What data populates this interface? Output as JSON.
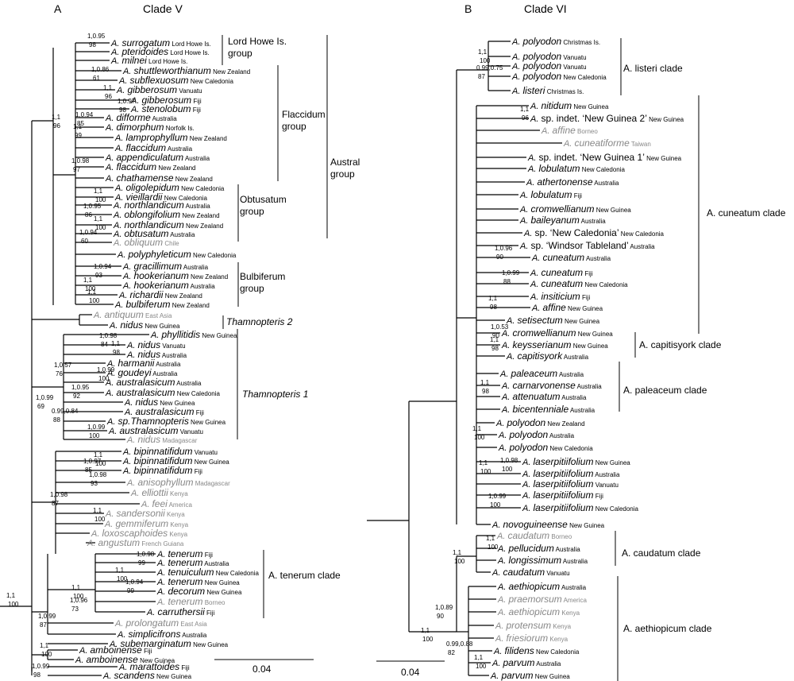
{
  "panels": [
    {
      "letter": "A",
      "title": "Clade V",
      "scale": "0.04"
    },
    {
      "letter": "B",
      "title": "Clade VI",
      "scale": "0.04"
    }
  ],
  "taxa_A": [
    {
      "genus": "A.",
      "species": "surrogatum",
      "loc": "Lord Howe Is."
    },
    {
      "genus": "A.",
      "species": "pteridoides",
      "loc": "Lord Howe Is."
    },
    {
      "genus": "A.",
      "species": "milnei",
      "loc": "Lord Howe Is."
    },
    {
      "genus": "A.",
      "species": "shuttleworthianum",
      "loc": "New Zealand"
    },
    {
      "genus": "A.",
      "species": "subflexuosum",
      "loc": "New Caledonia"
    },
    {
      "genus": "A.",
      "species": "gibberosum",
      "loc": "Vanuatu"
    },
    {
      "genus": "A.",
      "species": "gibberosum",
      "loc": "Fiji"
    },
    {
      "genus": "A.",
      "species": "stenolobum",
      "loc": "Fiji"
    },
    {
      "genus": "A.",
      "species": "difforme",
      "loc": "Australia"
    },
    {
      "genus": "A.",
      "species": "dimorphum",
      "loc": "Norfolk Is."
    },
    {
      "genus": "A.",
      "species": "lamprophyllum",
      "loc": "New Zealand"
    },
    {
      "genus": "A.",
      "species": "flaccidum",
      "loc": "Australia"
    },
    {
      "genus": "A.",
      "species": "appendiculatum",
      "loc": "Australia"
    },
    {
      "genus": "A.",
      "species": "flaccidum",
      "loc": "New Zealand"
    },
    {
      "genus": "A.",
      "species": "chathamense",
      "loc": "New Zealand"
    },
    {
      "genus": "A.",
      "species": "oligolepidum",
      "loc": "New Caledonia"
    },
    {
      "genus": "A.",
      "species": "vieillardii",
      "loc": "New Caledonia"
    },
    {
      "genus": "A.",
      "species": "northlandicum",
      "loc": "Australia"
    },
    {
      "genus": "A.",
      "species": "oblongifolium",
      "loc": "New Zealand"
    },
    {
      "genus": "A.",
      "species": "northlandicum",
      "loc": "New Zealand"
    },
    {
      "genus": "A.",
      "species": "obtusatum",
      "loc": "Australia"
    },
    {
      "genus": "A.",
      "species": "obliquum",
      "loc": "Chile",
      "grey": true
    },
    {
      "genus": "A.",
      "species": "polyphyleticum",
      "loc": "New Caledonia"
    },
    {
      "genus": "A.",
      "species": "gracillimum",
      "loc": "Australia"
    },
    {
      "genus": "A.",
      "species": "hookerianum",
      "loc": "New Zealand"
    },
    {
      "genus": "A.",
      "species": "hookerianum",
      "loc": "Australia"
    },
    {
      "genus": "A.",
      "species": "richardii",
      "loc": "New Zealand"
    },
    {
      "genus": "A.",
      "species": "bulbiferum",
      "loc": "New Zealand"
    },
    {
      "genus": "A.",
      "species": "antiquum",
      "loc": "East Asia",
      "grey": true
    },
    {
      "genus": "A.",
      "species": "nidus",
      "loc": "New Guinea"
    },
    {
      "genus": "A.",
      "species": "phyllitidis",
      "loc": "New Guinea"
    },
    {
      "genus": "A.",
      "species": "nidus",
      "loc": "Vanuatu"
    },
    {
      "genus": "A.",
      "species": "nidus",
      "loc": "Australia"
    },
    {
      "genus": "A.",
      "species": "harmanii",
      "loc": "Australia"
    },
    {
      "genus": "A.",
      "species": "goudeyi",
      "loc": "Australia"
    },
    {
      "genus": "A.",
      "species": "australasicum",
      "loc": "Australia"
    },
    {
      "genus": "A.",
      "species": "australasicum",
      "loc": "New Caledonia"
    },
    {
      "genus": "A.",
      "species": "nidus",
      "loc": "New Guinea"
    },
    {
      "genus": "A.",
      "species": "australasicum",
      "loc": "Fiji"
    },
    {
      "genus": "A.",
      "species": "sp.Thamnopteris",
      "loc": "New Guinea"
    },
    {
      "genus": "A.",
      "species": "australasicum",
      "loc": "Vanuatu"
    },
    {
      "genus": "A.",
      "species": "nidus",
      "loc": "Madagascar",
      "grey": true
    },
    {
      "genus": "A.",
      "species": "bipinnatifidum",
      "loc": "Vanuatu"
    },
    {
      "genus": "A.",
      "species": "bipinnatifidum",
      "loc": "New Guinea"
    },
    {
      "genus": "A.",
      "species": "bipinnatifidum",
      "loc": "Fiji"
    },
    {
      "genus": "A.",
      "species": "anisophyllum",
      "loc": "Madagascar",
      "grey": true
    },
    {
      "genus": "A.",
      "species": "elliottii",
      "loc": "Kenya",
      "grey": true
    },
    {
      "genus": "A.",
      "species": "feei",
      "loc": "America",
      "grey": true
    },
    {
      "genus": "A.",
      "species": "sandersonii",
      "loc": "Kenya",
      "grey": true
    },
    {
      "genus": "A.",
      "species": "gemmiferum",
      "loc": "Kenya",
      "grey": true
    },
    {
      "genus": "A.",
      "species": "loxoscaphoides",
      "loc": "Kenya",
      "grey": true
    },
    {
      "genus": "A.",
      "species": "angustum",
      "loc": "French Guiana",
      "grey": true
    },
    {
      "genus": "A.",
      "species": "tenerum",
      "loc": "Fiji"
    },
    {
      "genus": "A.",
      "species": "tenerum",
      "loc": "Australia"
    },
    {
      "genus": "A.",
      "species": "tenuiculum",
      "loc": "New Caledonia"
    },
    {
      "genus": "A.",
      "species": "tenerum",
      "loc": "New Guinea"
    },
    {
      "genus": "A.",
      "species": "decorum",
      "loc": "New Guinea"
    },
    {
      "genus": "A.",
      "species": "tenerum",
      "loc": "Borneo",
      "grey": true
    },
    {
      "genus": "A.",
      "species": "carruthersii",
      "loc": "Fiji"
    },
    {
      "genus": "A.",
      "species": "prolongatum",
      "loc": "East Asia",
      "grey": true
    },
    {
      "genus": "A.",
      "species": "simplicifrons",
      "loc": "Australia"
    },
    {
      "genus": "A.",
      "species": "subemarginatum",
      "loc": "New Guinea"
    },
    {
      "genus": "A.",
      "species": "amboinense",
      "loc": "Fiji"
    },
    {
      "genus": "A.",
      "species": "amboinense",
      "loc": "New Guinea"
    },
    {
      "genus": "A.",
      "species": "marattoides",
      "loc": "Fiji"
    },
    {
      "genus": "A.",
      "species": "scandens",
      "loc": "New Guinea"
    }
  ],
  "taxa_B": [
    {
      "genus": "A.",
      "species": "polyodon",
      "loc": "Christmas Is."
    },
    {
      "genus": "A.",
      "species": "polyodon",
      "loc": "Vanuatu"
    },
    {
      "genus": "A.",
      "species": "polyodon",
      "loc": "Vanuatu"
    },
    {
      "genus": "A.",
      "species": "polyodon",
      "loc": "New Caledonia"
    },
    {
      "genus": "A.",
      "species": "listeri",
      "loc": "Christmas Is."
    },
    {
      "genus": "A.",
      "species": "nitidum",
      "loc": "New Guinea"
    },
    {
      "genus": "A.",
      "species": "sp. indet. ‘New Guinea 2’",
      "loc": "New Guinea",
      "plain": true
    },
    {
      "genus": "A.",
      "species": "affine",
      "loc": "Borneo",
      "grey": true
    },
    {
      "genus": "A.",
      "species": "cuneatiforme",
      "loc": "Taiwan",
      "grey": true
    },
    {
      "genus": "A.",
      "species": "sp. indet. ‘New Guinea 1’",
      "loc": "New Guinea",
      "plain": true
    },
    {
      "genus": "A.",
      "species": "lobulatum",
      "loc": "New Caledonia"
    },
    {
      "genus": "A.",
      "species": "athertonense",
      "loc": "Australia"
    },
    {
      "genus": "A.",
      "species": "lobulatum",
      "loc": "Fiji"
    },
    {
      "genus": "A.",
      "species": "cromwellianum",
      "loc": "New Guinea"
    },
    {
      "genus": "A.",
      "species": "baileyanum",
      "loc": "Australia"
    },
    {
      "genus": "A.",
      "species": "sp. ‘New Caledonia’",
      "loc": "New Caledonia",
      "plain": true
    },
    {
      "genus": "A.",
      "species": "sp. ‘Windsor Tableland’",
      "loc": "Australia",
      "plain": true
    },
    {
      "genus": "A.",
      "species": "cuneatum",
      "loc": "Australia"
    },
    {
      "genus": "A.",
      "species": "cuneatum",
      "loc": "Fiji"
    },
    {
      "genus": "A.",
      "species": "cuneatum",
      "loc": "New Caledonia"
    },
    {
      "genus": "A.",
      "species": "insiticium",
      "loc": "Fiji"
    },
    {
      "genus": "A.",
      "species": "affine",
      "loc": "New Guinea"
    },
    {
      "genus": "A.",
      "species": "setisectum",
      "loc": "New Guinea"
    },
    {
      "genus": "A.",
      "species": "cromwellianum",
      "loc": "New Guinea"
    },
    {
      "genus": "A.",
      "species": "keysserianum",
      "loc": "New Guinea"
    },
    {
      "genus": "A.",
      "species": "capitisyork",
      "loc": "Australia"
    },
    {
      "genus": "A.",
      "species": "paleaceum",
      "loc": "Australia"
    },
    {
      "genus": "A.",
      "species": "carnarvonense",
      "loc": "Australia"
    },
    {
      "genus": "A.",
      "species": "attenuatum",
      "loc": "Australia"
    },
    {
      "genus": "A.",
      "species": "bicentenniale",
      "loc": "Australia"
    },
    {
      "genus": "A.",
      "species": "polyodon",
      "loc": "New Zealand"
    },
    {
      "genus": "A.",
      "species": "polyodon",
      "loc": "Australia"
    },
    {
      "genus": "A.",
      "species": "polyodon",
      "loc": "New Caledonia"
    },
    {
      "genus": "A.",
      "species": "laserpitiifolium",
      "loc": "New Guinea"
    },
    {
      "genus": "A.",
      "species": "laserpitiifolium",
      "loc": "Australia"
    },
    {
      "genus": "A.",
      "species": "laserpitiifolium",
      "loc": "Vanuatu"
    },
    {
      "genus": "A.",
      "species": "laserpitiifolium",
      "loc": "Fiji"
    },
    {
      "genus": "A.",
      "species": "laserpitiifolium",
      "loc": "New Caledonia"
    },
    {
      "genus": "A.",
      "species": "novoguineense",
      "loc": "New Guinea"
    },
    {
      "genus": "A.",
      "species": "caudatum",
      "loc": "Borneo",
      "grey": true
    },
    {
      "genus": "A.",
      "species": "pellucidum",
      "loc": "Australia"
    },
    {
      "genus": "A.",
      "species": "longissimum",
      "loc": "Australia"
    },
    {
      "genus": "A.",
      "species": "caudatum",
      "loc": "Vanuatu"
    },
    {
      "genus": "A.",
      "species": "aethiopicum",
      "loc": "Australia"
    },
    {
      "genus": "A.",
      "species": "praemorsum",
      "loc": "America",
      "grey": true
    },
    {
      "genus": "A.",
      "species": "aethiopicum",
      "loc": "Kenya",
      "grey": true
    },
    {
      "genus": "A.",
      "species": "protensum",
      "loc": "Kenya",
      "grey": true
    },
    {
      "genus": "A.",
      "species": "friesiorum",
      "loc": "Kenya",
      "grey": true
    },
    {
      "genus": "A.",
      "species": "filidens",
      "loc": "New Caledonia"
    },
    {
      "genus": "A.",
      "species": "parvum",
      "loc": "Australia"
    },
    {
      "genus": "A.",
      "species": "parvum",
      "loc": "New Guinea"
    }
  ],
  "groups_A": [
    {
      "label": "Lord Howe Is.\ngroup"
    },
    {
      "label": "Flaccidum\ngroup"
    },
    {
      "label": "Austral\ngroup"
    },
    {
      "label": "Obtusatum\ngroup"
    },
    {
      "label": "Bulbiferum\ngroup"
    },
    {
      "label": "Thamnopteris 2",
      "italic": true
    },
    {
      "label": "Thamnopteris 1",
      "italic": true
    },
    {
      "label": "A. tenerum clade",
      "prefix": "A."
    }
  ],
  "groups_B": [
    {
      "label": "A. listeri clade"
    },
    {
      "label": "A. cuneatum clade"
    },
    {
      "label": "A. capitisyork clade"
    },
    {
      "label": "A. paleaceum clade"
    },
    {
      "label": "A. caudatum clade"
    },
    {
      "label": "A. aethiopicum clade"
    }
  ],
  "support_A": [
    {
      "top": "1,0.95",
      "bot": "98"
    },
    {
      "top": "1,0.86",
      "bot": "61"
    },
    {
      "top": "1,1",
      "bot": "96"
    },
    {
      "top": "1,0.97",
      "bot": "98"
    },
    {
      "top": "1,0.94",
      "bot": "85"
    },
    {
      "top": "1,1",
      "bot": "99"
    },
    {
      "top": "1,0.98",
      "bot": "97"
    },
    {
      "top": "1,1",
      "bot": "96"
    },
    {
      "top": "1,1",
      "bot": "100"
    },
    {
      "top": "1,0.95",
      "bot": "86"
    },
    {
      "top": "1,1",
      "bot": "100"
    },
    {
      "top": "1,0.94",
      "bot": "60"
    },
    {
      "top": "1,0.94",
      "bot": "93"
    },
    {
      "top": "1,1",
      "bot": "100"
    },
    {
      "top": "1,1",
      "bot": "100"
    },
    {
      "top": "1,0.98",
      "bot": "84"
    },
    {
      "top": "1,1",
      "bot": "98"
    },
    {
      "top": "1,0.57",
      "bot": "76"
    },
    {
      "top": "1,0.99",
      "bot": "100"
    },
    {
      "top": "1,0.95",
      "bot": "92"
    },
    {
      "top": "0.99,0.84",
      "bot": "88"
    },
    {
      "top": "1,0.99",
      "bot": "69"
    },
    {
      "top": "1,0.99",
      "bot": "100"
    },
    {
      "top": "1,1",
      "bot": "100"
    },
    {
      "top": "1,0.97",
      "bot": "85"
    },
    {
      "top": "1,0.98",
      "bot": "93"
    },
    {
      "top": "1,0.98",
      "bot": "87"
    },
    {
      "top": "1,1",
      "bot": "100"
    },
    {
      "top": "1,0.98",
      "bot": "99"
    },
    {
      "top": "1,1",
      "bot": "100"
    },
    {
      "top": "1,0.94",
      "bot": "99"
    },
    {
      "top": "1,1",
      "bot": "100"
    },
    {
      "top": "1,0.96",
      "bot": "73"
    },
    {
      "top": "1,0.99",
      "bot": "87"
    },
    {
      "top": "1,1",
      "bot": "100"
    },
    {
      "top": "1,0.99",
      "bot": "98"
    },
    {
      "top": "1,1",
      "bot": "100"
    }
  ],
  "support_B": [
    {
      "top": "1,1",
      "bot": "100"
    },
    {
      "top": "0.99,0.75",
      "bot": "87"
    },
    {
      "top": "1,1",
      "bot": "96"
    },
    {
      "top": "1,0.96",
      "bot": "90"
    },
    {
      "top": "1,0.99",
      "bot": "88"
    },
    {
      "top": "1,1",
      "bot": "98"
    },
    {
      "top": "1,0.53",
      "bot": "90"
    },
    {
      "top": "1,1",
      "bot": "98"
    },
    {
      "top": "1,1",
      "bot": "98"
    },
    {
      "top": "1,1",
      "bot": "100"
    },
    {
      "top": "1,1",
      "bot": "100"
    },
    {
      "top": "1,0.98",
      "bot": "100"
    },
    {
      "top": "1,0.99",
      "bot": "100"
    },
    {
      "top": "1,1",
      "bot": "100"
    },
    {
      "top": "1,1",
      "bot": "100"
    },
    {
      "top": "1,0.89",
      "bot": "90"
    },
    {
      "top": "1,1",
      "bot": "100"
    },
    {
      "top": "0.99,0.88",
      "bot": "82"
    },
    {
      "top": "1,1",
      "bot": "100"
    }
  ]
}
